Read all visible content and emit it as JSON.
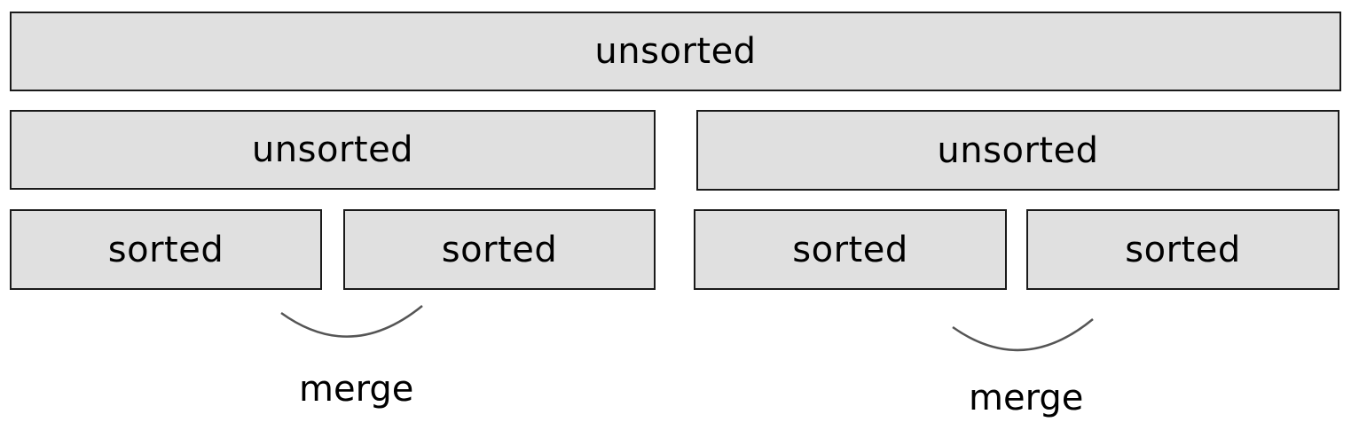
{
  "blocks": {
    "top": "unsorted",
    "left_half": "unsorted",
    "right_half": "unsorted",
    "left_left": "sorted",
    "left_right": "sorted",
    "right_left": "sorted",
    "right_right": "sorted"
  },
  "merges": {
    "left": "merge",
    "right": "merge"
  },
  "colors": {
    "block_fill": "#e0e0e0",
    "block_border": "#1a1a1a",
    "arc": "#555555"
  }
}
